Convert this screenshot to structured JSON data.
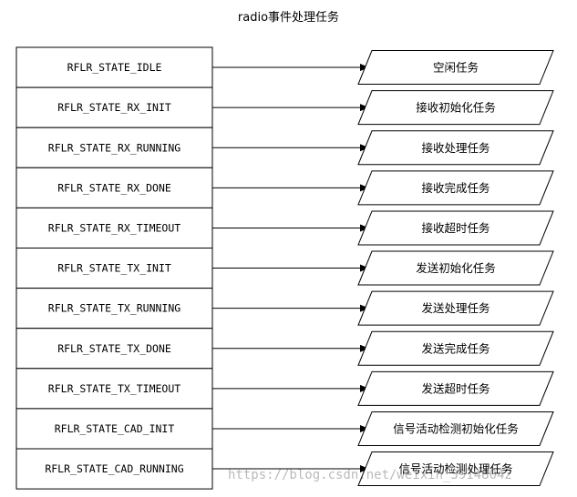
{
  "title": "radio事件处理任务",
  "rows": [
    {
      "state": "RFLR_STATE_IDLE",
      "task": "空闲任务"
    },
    {
      "state": "RFLR_STATE_RX_INIT",
      "task": "接收初始化任务"
    },
    {
      "state": "RFLR_STATE_RX_RUNNING",
      "task": "接收处理任务"
    },
    {
      "state": "RFLR_STATE_RX_DONE",
      "task": "接收完成任务"
    },
    {
      "state": "RFLR_STATE_RX_TIMEOUT",
      "task": "接收超时任务"
    },
    {
      "state": "RFLR_STATE_TX_INIT",
      "task": "发送初始化任务"
    },
    {
      "state": "RFLR_STATE_TX_RUNNING",
      "task": "发送处理任务"
    },
    {
      "state": "RFLR_STATE_TX_DONE",
      "task": "发送完成任务"
    },
    {
      "state": "RFLR_STATE_TX_TIMEOUT",
      "task": "发送超时任务"
    },
    {
      "state": "RFLR_STATE_CAD_INIT",
      "task": "信号活动检测初始化任务"
    },
    {
      "state": "RFLR_STATE_CAD_RUNNING",
      "task": "信号活动检测处理任务"
    }
  ],
  "watermark": "https://blog.csdn.net/weixin_39148042",
  "colors": {
    "stroke": "#000000",
    "background": "#ffffff"
  }
}
